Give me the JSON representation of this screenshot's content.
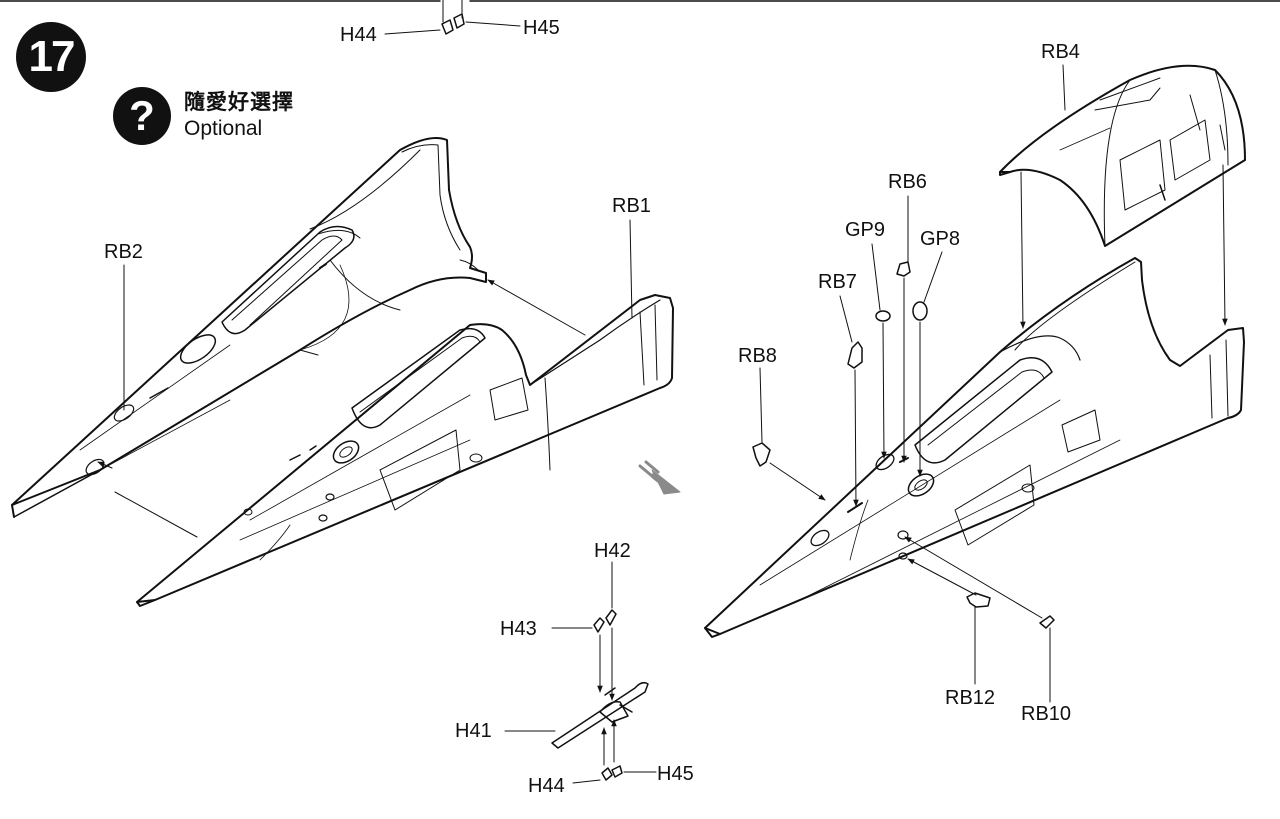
{
  "step": {
    "number": "17"
  },
  "optional": {
    "icon": "question-mark-icon",
    "label_cn": "隨愛好選擇",
    "label_en": "Optional"
  },
  "parts": {
    "rb1": "RB1",
    "rb2": "RB2",
    "rb4": "RB4",
    "rb6": "RB6",
    "rb7": "RB7",
    "rb8": "RB8",
    "rb10": "RB10",
    "rb12": "RB12",
    "gp8": "GP8",
    "gp9": "GP9",
    "h41": "H41",
    "h42": "H42",
    "h43": "H43",
    "h44_top": "H44",
    "h45_top": "H45",
    "h44_bottom": "H44",
    "h45_bottom": "H45"
  },
  "colors": {
    "ink": "#111111",
    "paper": "#ffffff",
    "arrow_gray": "#8a8a8a"
  }
}
